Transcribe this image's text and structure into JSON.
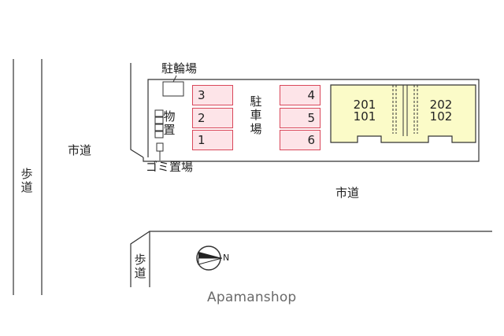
{
  "labels": {
    "bicycle_parking": "駐輪場",
    "storage": "物置",
    "garbage": "ゴミ置場",
    "parking": "駐車場",
    "city_road_left": "市道",
    "city_road_right": "市道",
    "sidewalk_left": "歩道",
    "sidewalk_bottom": "歩道",
    "north": "N"
  },
  "parking_left": [
    "3",
    "2",
    "1"
  ],
  "parking_right": [
    "4",
    "5",
    "6"
  ],
  "building": {
    "unit_left": [
      "201",
      "101"
    ],
    "unit_right": [
      "202",
      "102"
    ]
  },
  "watermark": "Apamanshop",
  "colors": {
    "parking_fill": "#fde4e8",
    "parking_border": "#d9475a",
    "building_fill": "#fbfbc8",
    "line": "#333333"
  }
}
